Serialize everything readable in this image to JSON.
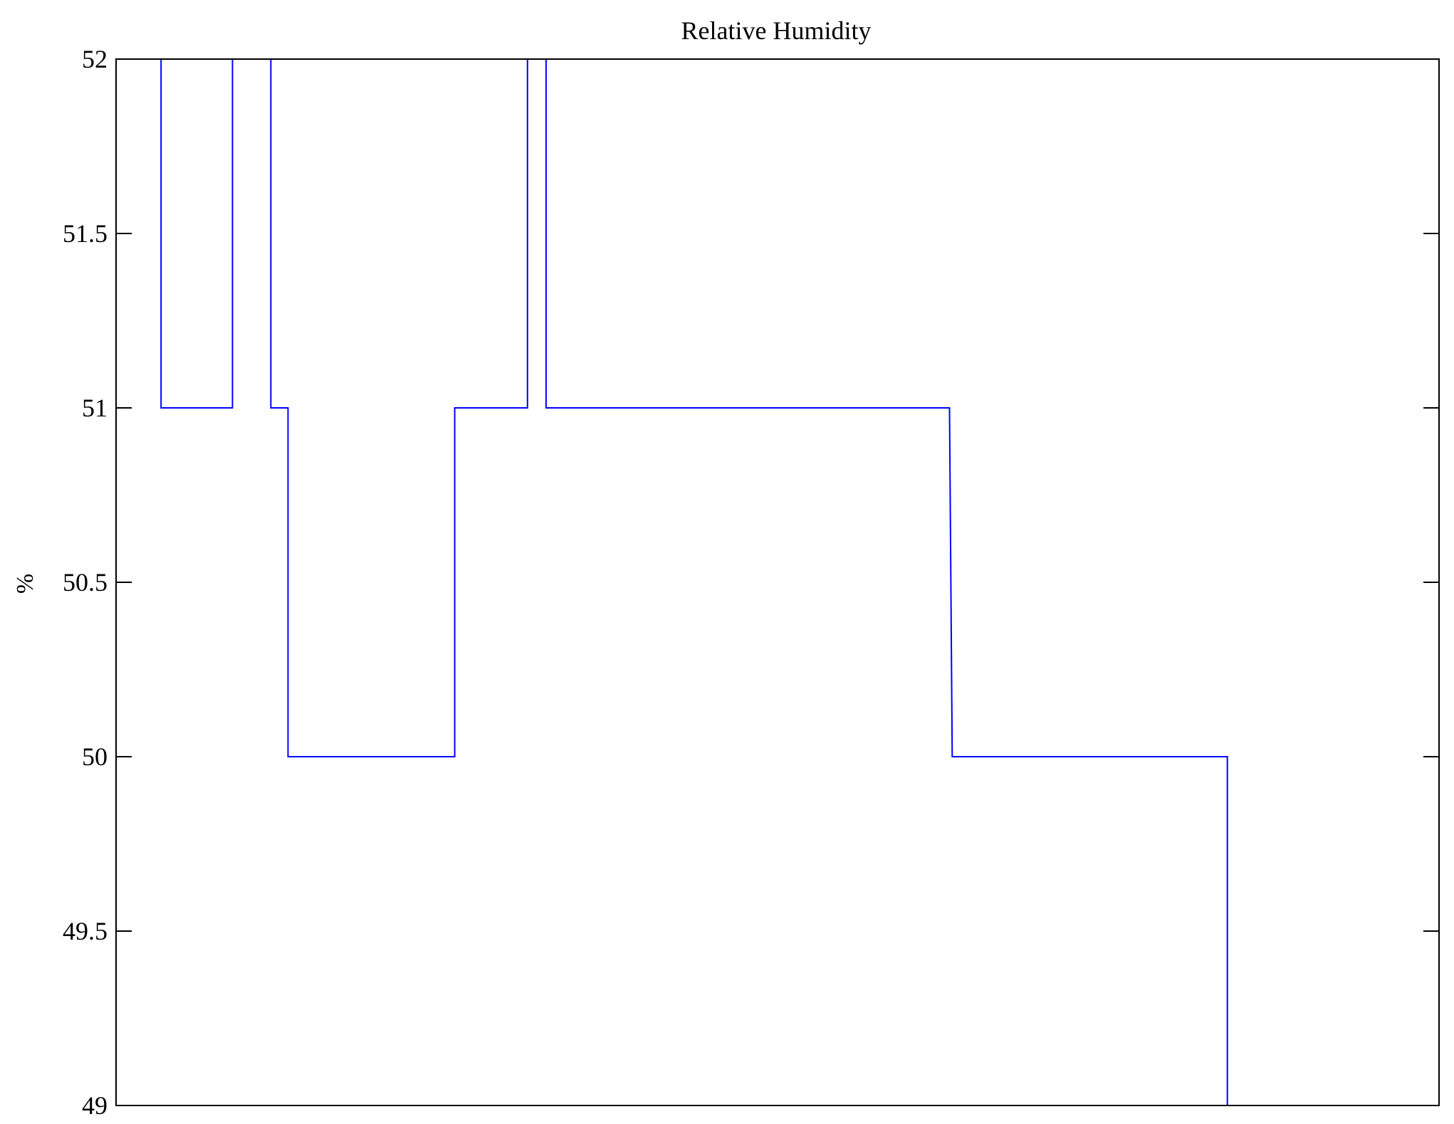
{
  "chart_data": {
    "type": "line",
    "title": "Relative Humidity",
    "xlabel": "",
    "ylabel": "%",
    "xlim": [
      0,
      100
    ],
    "ylim": [
      49,
      52
    ],
    "yticks": [
      49,
      49.5,
      50,
      50.5,
      51,
      51.5,
      52
    ],
    "ytick_labels": [
      "49",
      "49.5",
      "50",
      "50.5",
      "51",
      "51.5",
      "52"
    ],
    "xticks": [],
    "grid": false,
    "line_style": "step",
    "series": [
      {
        "name": "Relative Humidity",
        "color": "#0000ff",
        "points": [
          [
            3.4,
            52
          ],
          [
            3.4,
            51
          ],
          [
            8.8,
            51
          ],
          [
            8.8,
            52
          ],
          [
            11.7,
            52
          ],
          [
            11.7,
            51
          ],
          [
            13.0,
            51
          ],
          [
            13.0,
            50
          ],
          [
            25.6,
            50
          ],
          [
            25.6,
            51
          ],
          [
            31.1,
            51
          ],
          [
            31.1,
            52
          ],
          [
            32.5,
            52
          ],
          [
            32.5,
            51
          ],
          [
            63.0,
            51
          ],
          [
            63.2,
            50
          ],
          [
            84.0,
            50
          ],
          [
            84.0,
            49
          ],
          [
            86.6,
            49
          ]
        ]
      }
    ]
  }
}
